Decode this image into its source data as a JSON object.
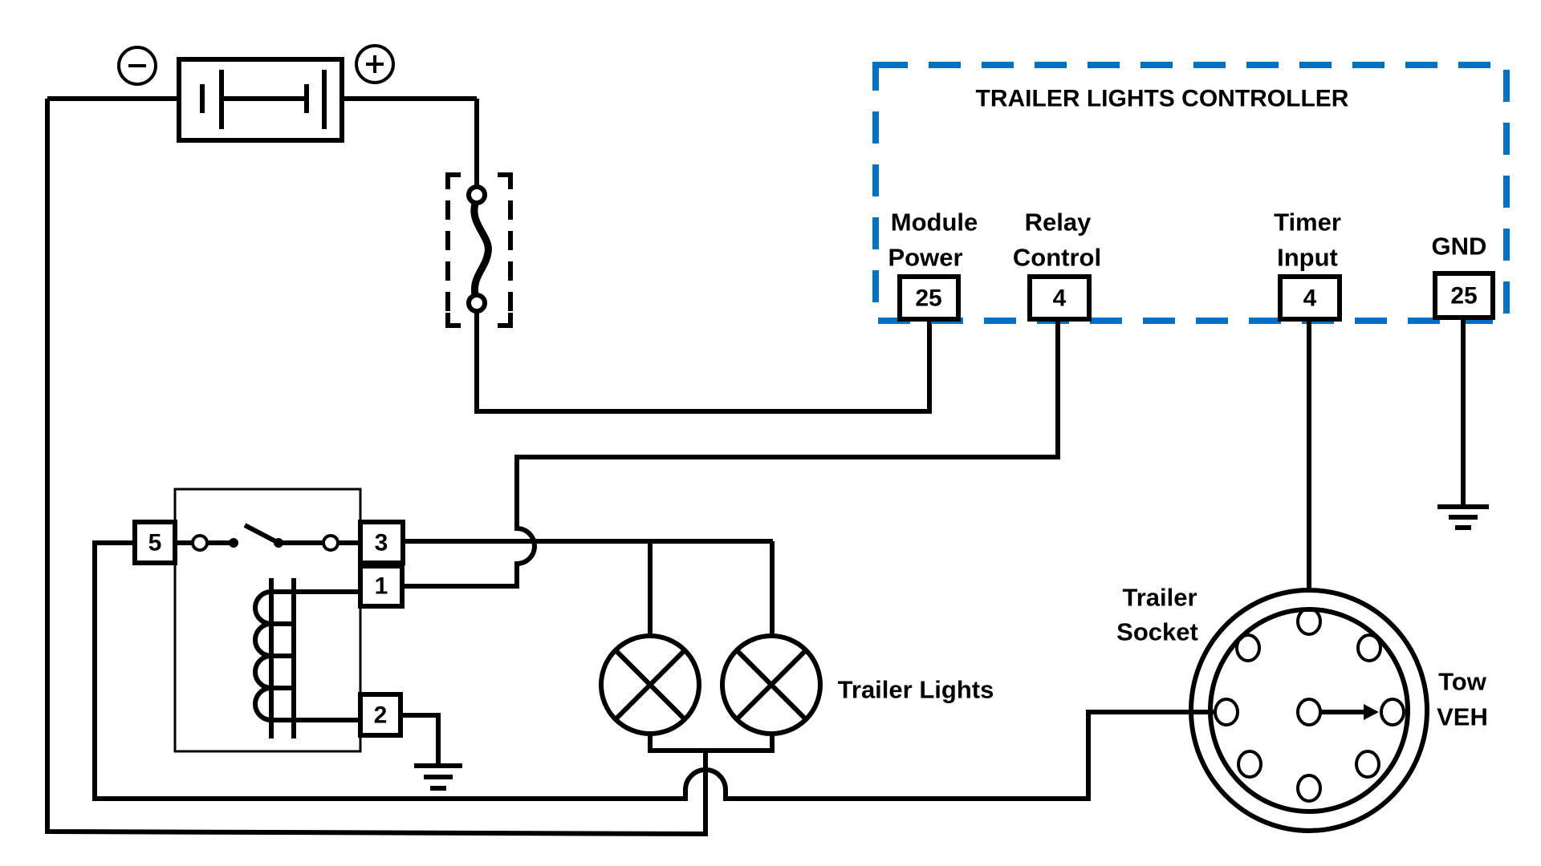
{
  "diagram": {
    "title": "Trailer lights wiring diagram",
    "controller": {
      "title": "TRAILER LIGHTS CONTROLLER",
      "border_color": "#0070C0",
      "pins": [
        {
          "label_line1": "Module",
          "label_line2": "Power",
          "number": "25"
        },
        {
          "label_line1": "Relay",
          "label_line2": "Control",
          "number": "4"
        },
        {
          "label_line1": "Timer",
          "label_line2": "Input",
          "number": "4"
        },
        {
          "label_line1": "GND",
          "label_line2": "",
          "number": "25"
        }
      ]
    },
    "battery": {
      "negative_symbol": "−",
      "positive_symbol": "+"
    },
    "relay": {
      "pins": {
        "p5": "5",
        "p3": "3",
        "p1": "1",
        "p2": "2"
      }
    },
    "lights": {
      "label": "Trailer Lights",
      "count": 2
    },
    "socket": {
      "label_line1": "Trailer",
      "label_line2": "Socket",
      "side_line1": "Tow",
      "side_line2": "VEH",
      "pin_count": 9
    }
  }
}
